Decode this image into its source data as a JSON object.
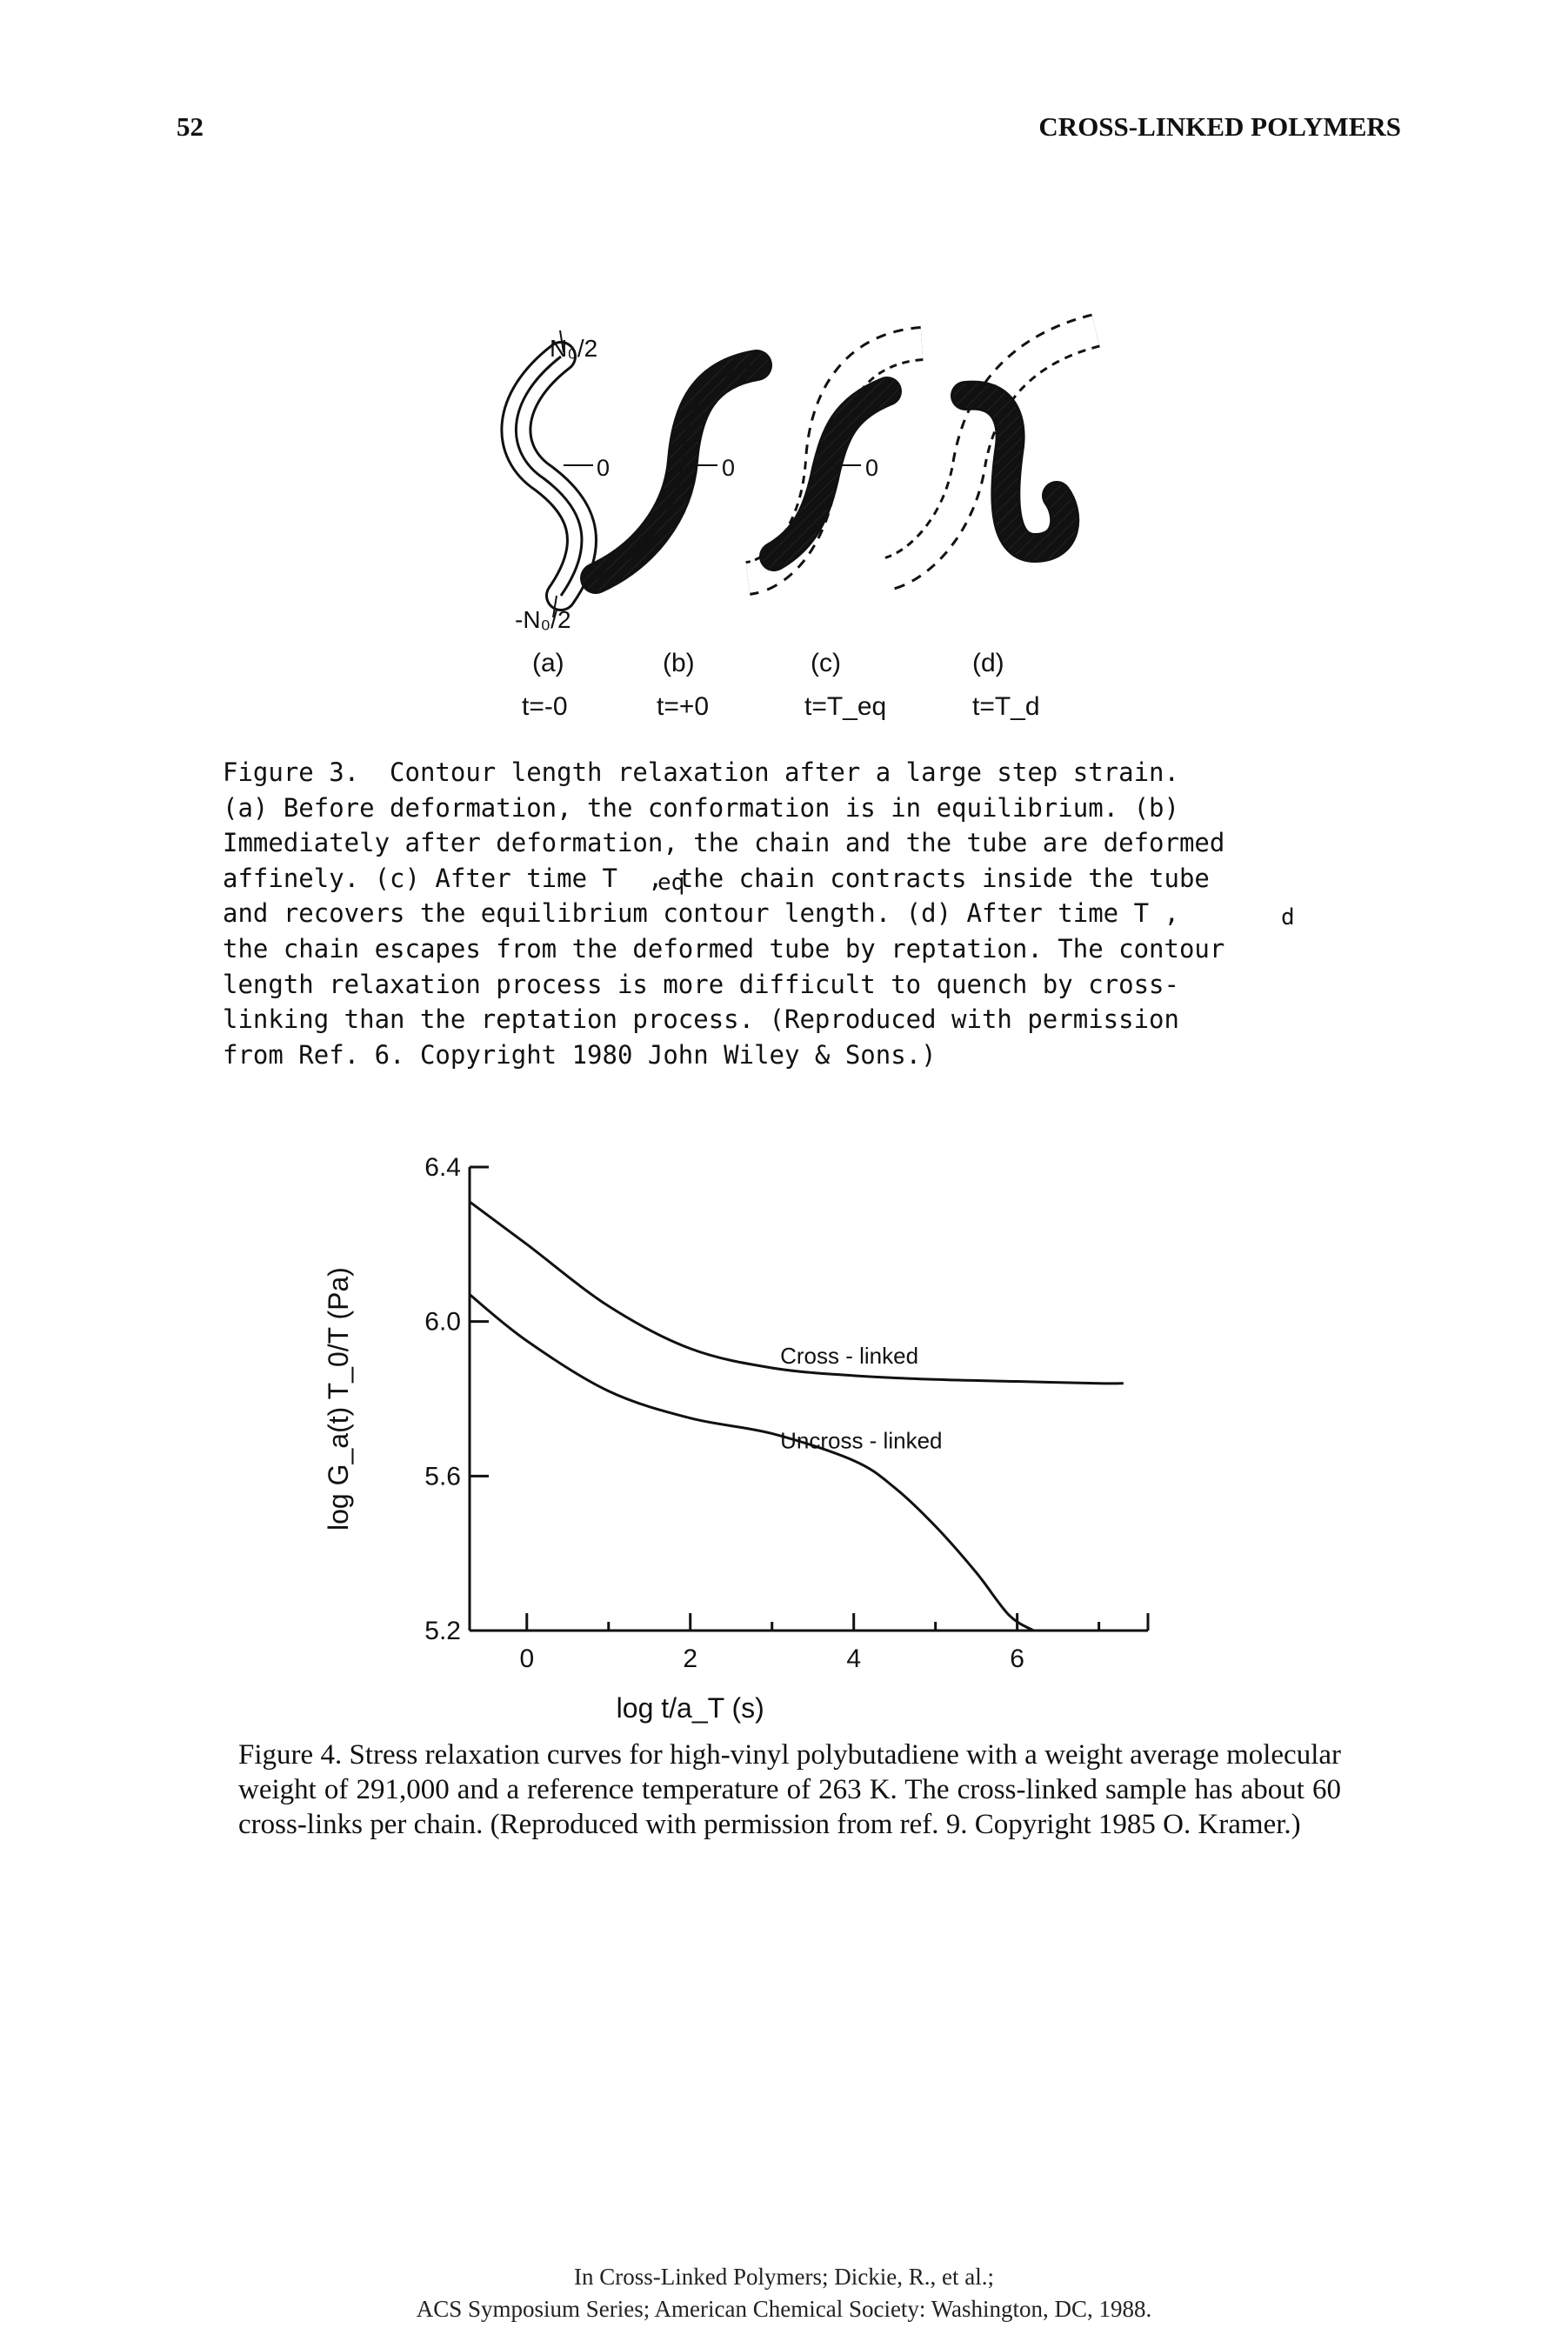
{
  "header": {
    "page_number": "52",
    "running_title": "CROSS-LINKED POLYMERS"
  },
  "figure3": {
    "labels": {
      "top": "N₀/2",
      "bottom": "-N₀/2",
      "origin": "0",
      "panel_letters": [
        "(a)",
        "(b)",
        "(c)",
        "(d)"
      ],
      "panel_times": [
        "t=-0",
        "t=+0",
        "t=T_eq",
        "t=T_d"
      ]
    },
    "caption_lines": [
      "Figure 3.  Contour length relaxation after a large step strain.",
      "(a) Before deformation, the conformation is in equilibrium. (b)",
      "Immediately after deformation, the chain and the tube are deformed",
      "affinely. (c) After time T  , the chain contracts inside the tube",
      "and recovers the equilibrium contour length. (d) After time T ,",
      "the chain escapes from the deformed tube by reptation. The contour",
      "length relaxation process is more difficult to quench by cross-",
      "linking than the reptation process. (Reproduced with permission",
      "from Ref. 6. Copyright 1980 John Wiley & Sons.)"
    ],
    "subscripts": [
      "eq",
      "d"
    ]
  },
  "figure4": {
    "caption": "Figure 4. Stress relaxation curves for high-vinyl polybutadiene with a weight average molecular weight of 291,000 and a reference temperature of 263 K. The cross-linked sample has about 60 cross-links per chain. (Reproduced with permission from ref. 9. Copyright 1985 O. Kramer.)"
  },
  "chart_data": {
    "type": "line",
    "title": "",
    "xlabel": "log t/a_T (s)",
    "ylabel": "log G_a(t) T_0/T (Pa)",
    "xlim": [
      -0.7,
      7.6
    ],
    "ylim": [
      5.2,
      6.4
    ],
    "x_ticks": [
      "0",
      "2",
      "4",
      "6"
    ],
    "y_ticks": [
      "5.2",
      "5.6",
      "6.0",
      "6.4"
    ],
    "grid": false,
    "series": [
      {
        "name": "Cross - linked",
        "x": [
          -0.7,
          0,
          1,
          2,
          3,
          4,
          5,
          6,
          7,
          7.3
        ],
        "y": [
          6.31,
          6.2,
          6.04,
          5.93,
          5.88,
          5.86,
          5.85,
          5.845,
          5.84,
          5.84
        ]
      },
      {
        "name": "Uncross - linked",
        "x": [
          -0.7,
          0,
          1,
          2,
          3,
          4,
          4.5,
          5,
          5.5,
          5.9,
          6.2
        ],
        "y": [
          6.07,
          5.95,
          5.82,
          5.75,
          5.71,
          5.64,
          5.57,
          5.47,
          5.35,
          5.24,
          5.2
        ]
      }
    ]
  },
  "footer": {
    "line1": "In Cross-Linked Polymers; Dickie, R., et al.;",
    "line2": "ACS Symposium Series; American Chemical Society: Washington, DC, 1988."
  }
}
